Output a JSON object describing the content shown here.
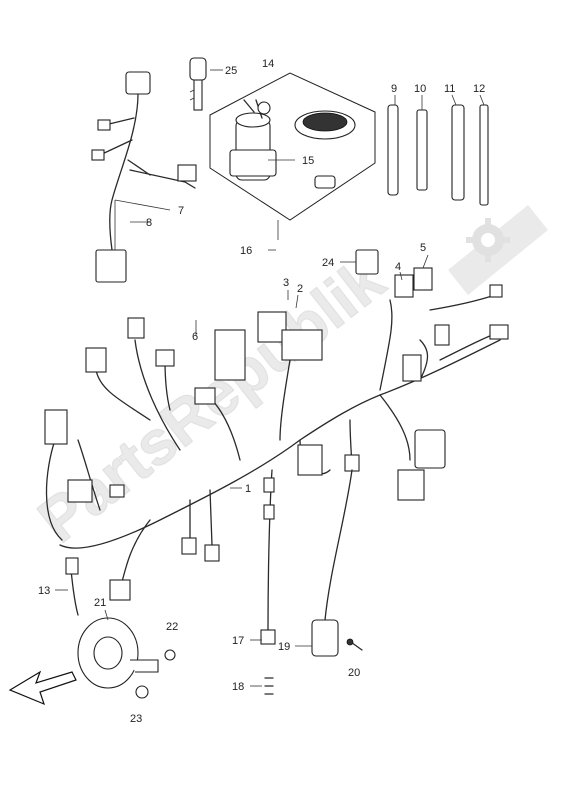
{
  "watermark": {
    "text": "PartsRepublik"
  },
  "callouts": {
    "c1": "1",
    "c2": "2",
    "c3": "3",
    "c4": "4",
    "c5": "5",
    "c6": "6",
    "c7": "7",
    "c8": "8",
    "c9": "9",
    "c10": "10",
    "c11": "11",
    "c12": "12",
    "c13": "13",
    "c14": "14",
    "c15": "15",
    "c16": "16",
    "c17": "17",
    "c18": "18",
    "c19": "19",
    "c20": "20",
    "c21": "21",
    "c22": "22",
    "c23": "23",
    "c24": "24",
    "c25": "25"
  },
  "icons": {
    "direction": "front-arrow-icon",
    "logo": "gear-icon"
  }
}
